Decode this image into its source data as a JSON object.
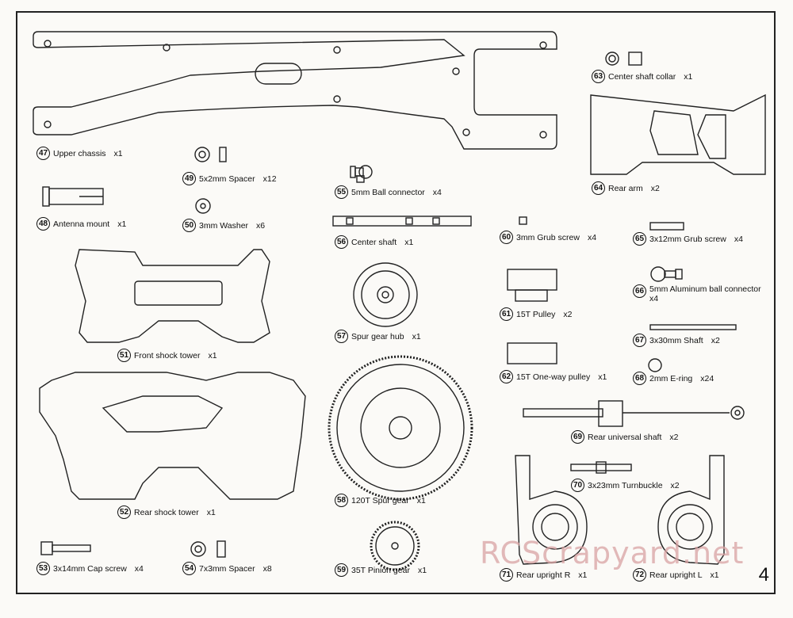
{
  "page_number": "4",
  "watermark": "RCScrapyard.net",
  "parts": [
    {
      "no": "47",
      "name": "Upper chassis",
      "qty": "x1"
    },
    {
      "no": "48",
      "name": "Antenna mount",
      "qty": "x1"
    },
    {
      "no": "49",
      "name": "5x2mm Spacer",
      "qty": "x12"
    },
    {
      "no": "50",
      "name": "3mm Washer",
      "qty": "x6"
    },
    {
      "no": "51",
      "name": "Front shock tower",
      "qty": "x1"
    },
    {
      "no": "52",
      "name": "Rear shock tower",
      "qty": "x1"
    },
    {
      "no": "53",
      "name": "3x14mm Cap screw",
      "qty": "x4"
    },
    {
      "no": "54",
      "name": "7x3mm Spacer",
      "qty": "x8"
    },
    {
      "no": "55",
      "name": "5mm Ball connector",
      "qty": "x4"
    },
    {
      "no": "56",
      "name": "Center shaft",
      "qty": "x1"
    },
    {
      "no": "57",
      "name": "Spur gear hub",
      "qty": "x1"
    },
    {
      "no": "58",
      "name": "120T Spur gear",
      "qty": "x1"
    },
    {
      "no": "59",
      "name": "35T Pinion gear",
      "qty": "x1"
    },
    {
      "no": "60",
      "name": "3mm Grub screw",
      "qty": "x4"
    },
    {
      "no": "61",
      "name": "15T Pulley",
      "qty": "x2"
    },
    {
      "no": "62",
      "name": "15T One-way pulley",
      "qty": "x1"
    },
    {
      "no": "63",
      "name": "Center shaft collar",
      "qty": "x1"
    },
    {
      "no": "64",
      "name": "Rear arm",
      "qty": "x2"
    },
    {
      "no": "65",
      "name": "3x12mm Grub screw",
      "qty": "x4"
    },
    {
      "no": "66",
      "name": "5mm Aluminum ball connector",
      "qty": "x4"
    },
    {
      "no": "67",
      "name": "3x30mm Shaft",
      "qty": "x2"
    },
    {
      "no": "68",
      "name": "2mm E-ring",
      "qty": "x24"
    },
    {
      "no": "69",
      "name": "Rear universal shaft",
      "qty": "x2"
    },
    {
      "no": "70",
      "name": "3x23mm Turnbuckle",
      "qty": "x2"
    },
    {
      "no": "71",
      "name": "Rear upright R",
      "qty": "x1"
    },
    {
      "no": "72",
      "name": "Rear upright L",
      "qty": "x1"
    }
  ]
}
